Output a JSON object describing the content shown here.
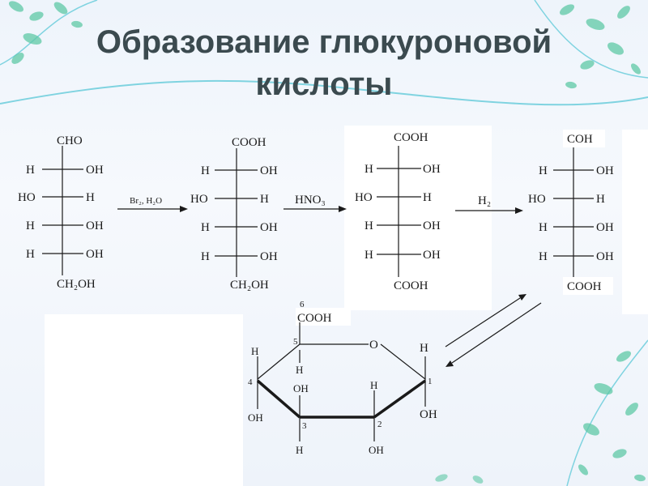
{
  "title": {
    "line1": "Образование глюкуроновой",
    "line2": "кислоты"
  },
  "colors": {
    "title": "#3b4a4f",
    "ink": "#1a1a1a",
    "leaf": "#5fc9a6",
    "vine": "#7fd3e0",
    "background": "#eef4fb"
  },
  "glucose": {
    "top": "CHO",
    "rows": [
      [
        "H",
        "OH"
      ],
      [
        "HO",
        "H"
      ],
      [
        "H",
        "OH"
      ],
      [
        "H",
        "OH"
      ]
    ],
    "bottom": "CH₂OH"
  },
  "gluconic": {
    "top": "COOH",
    "rows": [
      [
        "H",
        "OH"
      ],
      [
        "HO",
        "H"
      ],
      [
        "H",
        "OH"
      ],
      [
        "H",
        "OH"
      ]
    ],
    "bottom": "CH₂OH"
  },
  "glucaric": {
    "top": "COOH",
    "rows": [
      [
        "H",
        "OH"
      ],
      [
        "HO",
        "H"
      ],
      [
        "H",
        "OH"
      ],
      [
        "H",
        "OH"
      ]
    ],
    "bottom": "COOH"
  },
  "glucuronic": {
    "top": "COH",
    "rows": [
      [
        "H",
        "OH"
      ],
      [
        "HO",
        "H"
      ],
      [
        "H",
        "OH"
      ],
      [
        "H",
        "OH"
      ]
    ],
    "bottom": "COOH"
  },
  "reagents": {
    "r1": "Br₂, H₂O",
    "r2": "HNO₃",
    "r3": "H₂"
  },
  "ring": {
    "c6_num": "6",
    "c6": "COOH",
    "c5_num": "5",
    "o": "O",
    "c1_top": "H",
    "c1_num": "1",
    "c1_oh": "OH",
    "c5_h": "H",
    "c4_h": "H",
    "c4_num": "4",
    "c4_oh": "OH",
    "c3_oh": "OH",
    "c3_num": "3",
    "c3_h": "H",
    "c2_h": "H",
    "c2_num": "2",
    "c2_oh": "OH"
  }
}
